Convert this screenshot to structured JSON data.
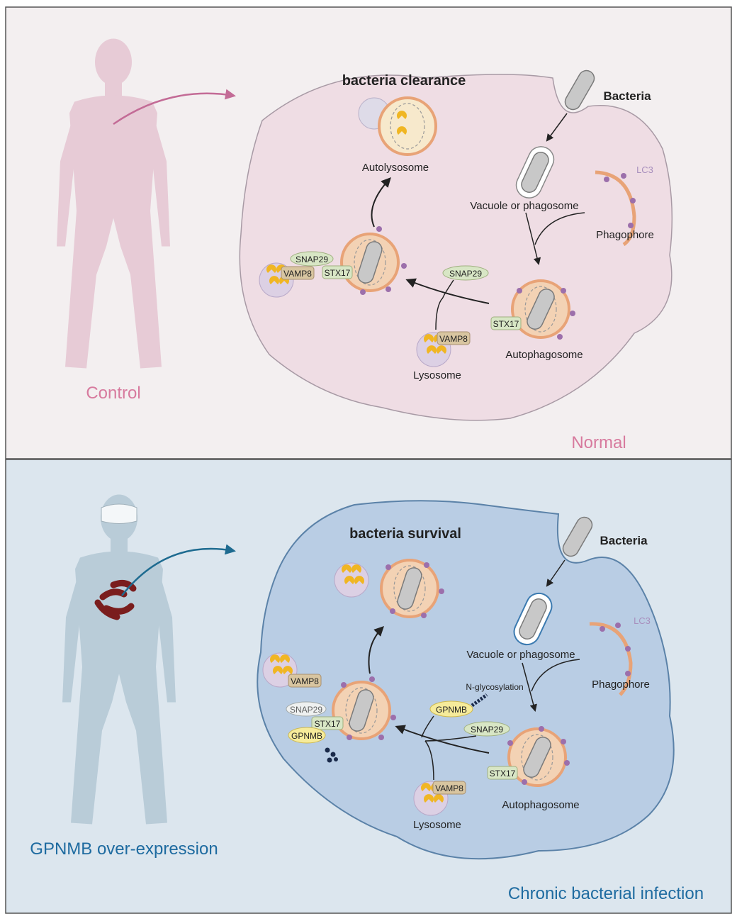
{
  "colors": {
    "top_panel_bg": "#f3eff0",
    "bottom_panel_bg": "#dce6ee",
    "control_accent": "#d77a9e",
    "gpnmb_accent": "#1e6ba0",
    "cell_normal": "#efdde4",
    "cell_infected": "#b9cde4",
    "membrane_orange": "#e8a377",
    "lc3_dot": "#9c6fab",
    "lysosome_fill": "#dcd0e4",
    "lysosome_cargo": "#f0b623",
    "protein_green": "#d8e6c5",
    "protein_tan": "#d8c5a0",
    "gpnmb_yellow": "#f6eb9a"
  },
  "top_panel": {
    "person_label": "Control",
    "state_label": "Normal",
    "outcome_label": "bacteria clearance",
    "bacteria_label": "Bacteria",
    "vacuole_label": "Vacuole or phagosome",
    "phagophore_label": "Phagophore",
    "lc3_label": "LC3",
    "autophagosome_label": "Autophagosome",
    "lysosome_label": "Lysosome",
    "autolysosome_label": "Autolysosome",
    "snap29_label": "SNAP29",
    "vamp8_label": "VAMP8",
    "stx17_label": "STX17"
  },
  "bottom_panel": {
    "person_label": "GPNMB over-expression",
    "state_label": "Chronic bacterial infection",
    "outcome_label": "bacteria survival",
    "bacteria_label": "Bacteria",
    "vacuole_label": "Vacuole or phagosome",
    "phagophore_label": "Phagophore",
    "lc3_label": "LC3",
    "autophagosome_label": "Autophagosome",
    "lysosome_label": "Lysosome",
    "glyco_label": "N-glycosylation",
    "gpnmb_label": "GPNMB",
    "snap29_label": "SNAP29",
    "vamp8_label": "VAMP8",
    "stx17_label": "STX17"
  }
}
